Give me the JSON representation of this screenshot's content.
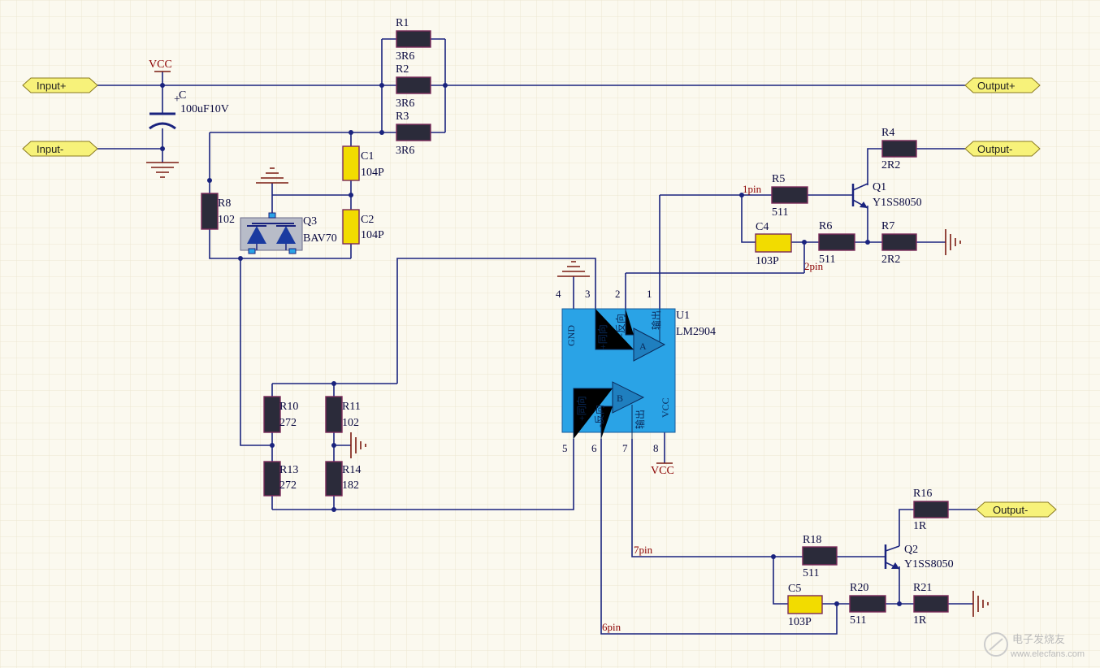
{
  "ports": {
    "input_plus": "Input+",
    "input_minus": "Input-",
    "output_plus": "Output+",
    "output_minus_1": "Output-",
    "output_minus_2": "Output-"
  },
  "power": {
    "vcc_top": "VCC",
    "vcc_u1": "VCC"
  },
  "components": {
    "C": {
      "ref": "C",
      "value": "100uF10V"
    },
    "R1": {
      "ref": "R1",
      "value": "3R6"
    },
    "R2": {
      "ref": "R2",
      "value": "3R6"
    },
    "R3": {
      "ref": "R3",
      "value": "3R6"
    },
    "C1": {
      "ref": "C1",
      "value": "104P"
    },
    "C2": {
      "ref": "C2",
      "value": "104P"
    },
    "R8": {
      "ref": "R8",
      "value": "102"
    },
    "Q3": {
      "ref": "Q3",
      "value": "BAV70"
    },
    "R4": {
      "ref": "R4",
      "value": "2R2"
    },
    "Q1": {
      "ref": "Q1",
      "value": "Y1SS8050"
    },
    "R5": {
      "ref": "R5",
      "value": "511"
    },
    "C4": {
      "ref": "C4",
      "value": "103P"
    },
    "R6": {
      "ref": "R6",
      "value": "511"
    },
    "R7": {
      "ref": "R7",
      "value": "2R2"
    },
    "U1": {
      "ref": "U1",
      "value": "LM2904"
    },
    "R10": {
      "ref": "R10",
      "value": "272"
    },
    "R11": {
      "ref": "R11",
      "value": "102"
    },
    "R13": {
      "ref": "R13",
      "value": "272"
    },
    "R14": {
      "ref": "R14",
      "value": "182"
    },
    "R16": {
      "ref": "R16",
      "value": "1R"
    },
    "Q2": {
      "ref": "Q2",
      "value": "Y1SS8050"
    },
    "R18": {
      "ref": "R18",
      "value": "511"
    },
    "C5": {
      "ref": "C5",
      "value": "103P"
    },
    "R20": {
      "ref": "R20",
      "value": "511"
    },
    "R21": {
      "ref": "R21",
      "value": "1R"
    }
  },
  "u1_pins": {
    "p1": "1",
    "p2": "2",
    "p3": "3",
    "p4": "4",
    "p5": "5",
    "p6": "6",
    "p7": "7",
    "p8": "8",
    "gnd": "GND",
    "vcc": "VCC",
    "amp_a": "A",
    "amp_b": "B",
    "in_plus_a": "+同向",
    "in_minus_a": "-反向",
    "out_a": "输出",
    "in_plus_b": "+同向",
    "in_minus_b": "-反向",
    "out_b": "输出"
  },
  "net_labels": {
    "pin1": "1pin",
    "pin2": "2pin",
    "pin7": "7pin",
    "pin6": "6pin"
  },
  "watermark": {
    "logo": "电子发烧友",
    "url": "www.elecfans.com"
  }
}
